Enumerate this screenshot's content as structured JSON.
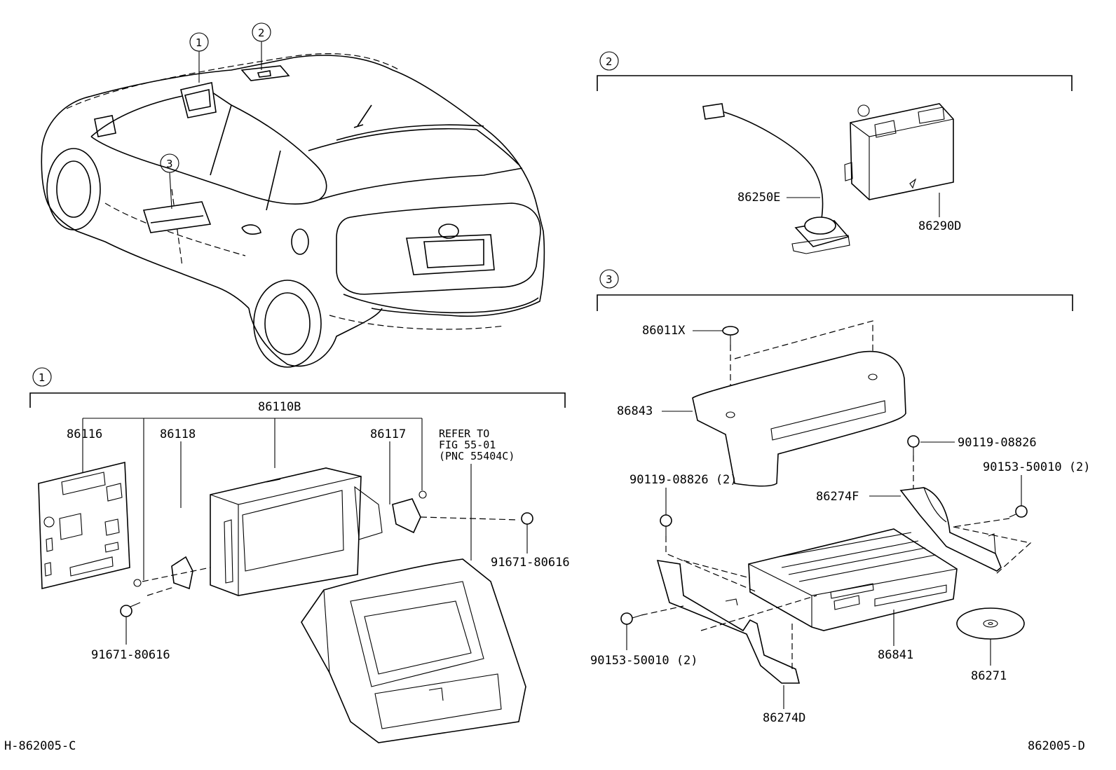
{
  "callouts": {
    "c1": "1",
    "c2": "2",
    "c3": "3"
  },
  "parts": {
    "p86110B": "86110B",
    "p86116": "86116",
    "p86118": "86118",
    "p86117": "86117",
    "refer1": "REFER TO",
    "refer2": "FIG 55-01",
    "refer3": "(PNC 55404C)",
    "p91671a": "91671-80616",
    "p91671b": "91671-80616",
    "p86250E": "86250E",
    "p86290D": "86290D",
    "p86011X": "86011X",
    "p86843": "86843",
    "p90119a": "90119-08826",
    "p90119b": "90119-08826 (2)",
    "p90153a": "90153-50010 (2)",
    "p90153b": "90153-50010 (2)",
    "p86274F": "86274F",
    "p86274D": "86274D",
    "p86841": "86841",
    "p86271": "86271"
  },
  "footer": {
    "left": "H-862005-C",
    "right": "862005-D"
  }
}
